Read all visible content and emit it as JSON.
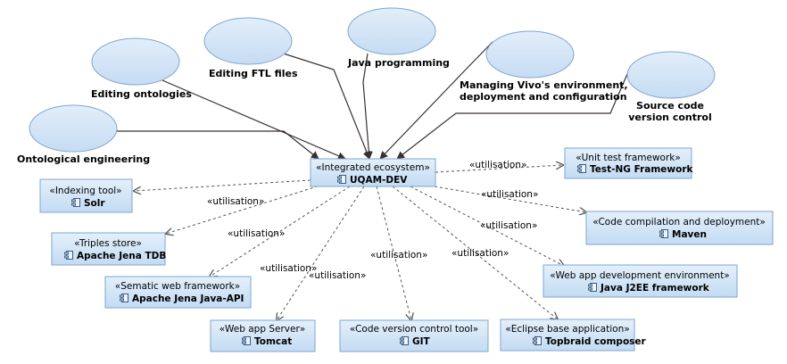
{
  "central": {
    "stereotype": "«Integrated ecosystem»",
    "name": "UQAM-DEV"
  },
  "actors": [
    {
      "id": "ontological-engineering",
      "lines": [
        "Ontological engineering"
      ]
    },
    {
      "id": "editing-ontologies",
      "lines": [
        "Editing ontologies"
      ]
    },
    {
      "id": "editing-ftl",
      "lines": [
        "Editing FTL files"
      ]
    },
    {
      "id": "java-programming",
      "lines": [
        "Java programming"
      ]
    },
    {
      "id": "managing-vivo",
      "lines": [
        "Managing Vivo's environment,",
        "deployment and configuration"
      ]
    },
    {
      "id": "source-control",
      "lines": [
        "Source code",
        "version control"
      ]
    }
  ],
  "components": [
    {
      "id": "indexing-tool",
      "stereotype": "«Indexing tool»",
      "name": "Solr"
    },
    {
      "id": "triples-store",
      "stereotype": "«Triples store»",
      "name": "Apache Jena TDB"
    },
    {
      "id": "semantic-web-framework",
      "stereotype": "«Sematic web framework»",
      "name": "Apache Jena Java-API"
    },
    {
      "id": "web-app-server",
      "stereotype": "«Web app Server»",
      "name": "Tomcat"
    },
    {
      "id": "code-version-control",
      "stereotype": "«Code version control tool»",
      "name": "GIT"
    },
    {
      "id": "eclipse-base",
      "stereotype": "«Eclipse base application»",
      "name": "Topbraid composer"
    },
    {
      "id": "web-app-dev-env",
      "stereotype": "«Web app development environment»",
      "name": "Java J2EE framework"
    },
    {
      "id": "code-compilation",
      "stereotype": "«Code compilation and deployment»",
      "name": "Maven"
    },
    {
      "id": "unit-test",
      "stereotype": "«Unit test framework»",
      "name": "Test-NG Framework"
    }
  ],
  "edge_labels": [
    "«utilisation»",
    "«utilisation»",
    "«utilisation»",
    "«utilisation»",
    "«utilisation»",
    "«utilisation»",
    "«utilisation»",
    "«utilisation»",
    "«utilisation»"
  ]
}
